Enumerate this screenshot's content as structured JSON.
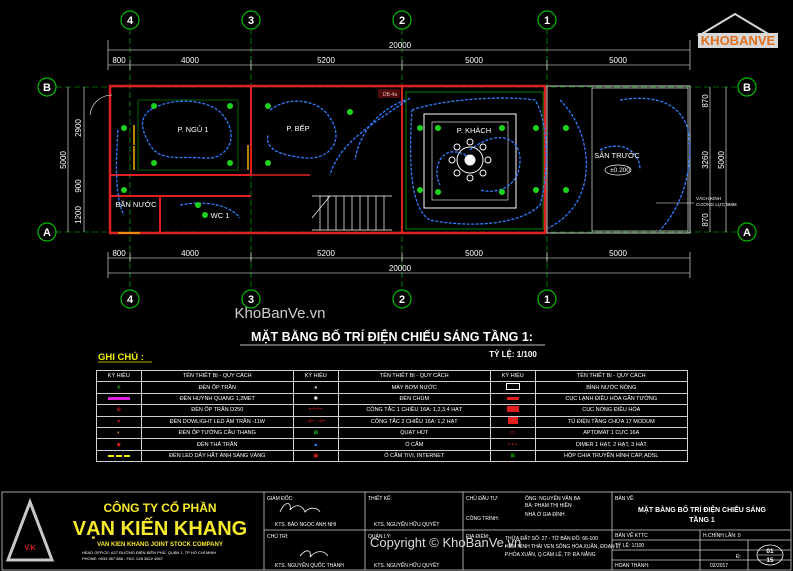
{
  "watermark_logo": "KHOBANVE",
  "watermark_site": "KhoBanVe.vn",
  "watermark_copyright": "Copyright © KhoBanVe.vn",
  "grid_axes": {
    "top": [
      "4",
      "3",
      "2",
      "1"
    ],
    "bottom": [
      "4",
      "3",
      "2",
      "1"
    ],
    "left": [
      "B",
      "A"
    ],
    "right": [
      "B",
      "A"
    ]
  },
  "dims": {
    "total": "20000",
    "segments": [
      "800",
      "4000",
      "5200",
      "5000",
      "5000"
    ],
    "left_vertical": [
      "2900",
      "900",
      "1200"
    ],
    "left_total": "5000",
    "right_vertical": [
      "870",
      "3260",
      "870"
    ],
    "right_total": "5000"
  },
  "rooms": {
    "ngu1": "P. NGỦ 1",
    "bep": "P. BẾP",
    "khach": "P. KHÁCH",
    "ban_nuoc": "BẦN NƯỚC",
    "wc1": "WC 1",
    "san_truoc": "SÂN TRƯỚC",
    "san_level": "±0.200",
    "db": "DB-4a",
    "vach": "VÁCH KÍNH",
    "vach2": "CƯỜNG LỰC 8MM"
  },
  "drawing_title": "MẶT BẰNG BỐ TRÍ ĐIỆN CHIẾU SÁNG TẦNG 1:",
  "scale_label": "TỶ LỆ: 1/100",
  "notes_label": "GHI CHÚ :",
  "legend": {
    "headers": [
      "KÝ HIỆU",
      "TÊN THIẾT BỊ - QUY CÁCH",
      "KÝ HIỆU",
      "TÊN THIẾT BỊ - QUY CÁCH",
      "KÝ HIỆU",
      "TÊN THIẾT BỊ - QUY CÁCH"
    ],
    "rows": [
      [
        "ĐÈN ỐP TRẦN",
        "MÁY BƠM NƯỚC",
        "BÌNH NƯỚC NÓNG"
      ],
      [
        "ĐÈN HUỲNH QUANG 1,2MET",
        "ĐÈN CHÙM",
        "CỤC LẠNH ĐIỀU HÒA GẮN TƯỜNG"
      ],
      [
        "ĐÈN ỐP TRẦN D250",
        "CÔNG TẮC 1 CHIỀU 16A: 1,2,3,4 HẠT",
        "CỤC NÓNG ĐIỀU HÒA"
      ],
      [
        "ĐÈN DOWLIGHT LED ÂM TRẦN -11W",
        "CÔNG TẮC 2 CHIỀU 16A: 1,2 HẠT",
        "TỦ ĐIỆN TẦNG CHỨA 17 MODUM"
      ],
      [
        "ĐÈN ỐP TƯỜNG CẦU THANG",
        "QUẠT HÚT",
        "APTOMAT 1 CỰC 16A"
      ],
      [
        "ĐÈN THẢ TRẦN",
        "Ổ CẮM",
        "DIMER 1 HẠT, 2 HẠT, 3 HẠT"
      ],
      [
        "ĐÈN LED DÂY HẮT ÁNH SÁNG VÀNG",
        "Ổ CẮM TIVI, INTERNET",
        "HỘP CHIA TRUYỀN HÌNH CÁP, ADSL"
      ]
    ]
  },
  "company": {
    "line1": "CÔNG TY CỔ PHẦN",
    "line2": "VẠN KIẾN KHANG",
    "line3": "VAN KIEN KHANG JOINT STOCK COMPANY",
    "addr1": "HEAD OFFICE: A27 ĐƯỜNG ĐIỆN BIÊN PHỦ, QUẬN 1, TP HỒ CHÍ MINH",
    "addr2": "PHONE: 0934 567 888 - FAX: 028 3822 4567",
    "logo_letters": "V.K"
  },
  "title_block": {
    "giam_doc": "GIÁM ĐỐC:",
    "giam_doc_name": "KTS. BẢO NGỌC ANH NHI",
    "chu_tri": "CHỦ TRÌ:",
    "chu_tri_name": "KTS. NGUYỄN QUỐC THÀNH",
    "thiet_ke": "THIẾT KẾ:",
    "thiet_ke_name": "KTS. NGUYỄN HỮU QUYẾT",
    "quan_ly": "QUẢN LÝ:",
    "quan_ly_name": "KTS. NGUYỄN HỮU QUYẾT",
    "chu_dau_tu": "CHỦ ĐẦU TƯ:",
    "chu_dau_tu_name": "ÔNG: NGUYỄN VĂN BA",
    "chu_dau_tu_name2": "BÀ: PHẠM THỊ HIỀN",
    "cong_trinh": "CÔNG TRÌNH:",
    "cong_trinh_name": "NHÀ Ở GIA ĐÌNH",
    "dia_diem": "ĐỊA ĐIỂM:",
    "dia_diem_name": "THỬA ĐẤT SỐ: 27 - TỜ BẢN ĐỒ: 66-100",
    "dia_diem_name2": "HẺM NINH THÁI VEN SÔNG HÒA XUÂN, ĐOẠN 2,",
    "dia_diem_name3": "P.HÒA XUÂN, Q.CẨM LỆ, TP. ĐÀ NẴNG",
    "ban_ve": "BẢN VẼ:",
    "ban_ve_name": "MẶT BẰNG BỐ TRÍ ĐIỆN CHIẾU SÁNG",
    "ban_ve_name2": "TẦNG 1",
    "ban_ve_kttc": "BẢN VẼ KTTC",
    "chinh_lan": "H.CHỈNH LẦN: 0",
    "ti_le": "TỶ LỆ: 1/100",
    "hoan_thanh": "HOÀN THÀNH:",
    "hoan_thanh_date": "02/2017",
    "so_label": "Đ:",
    "sheet_no": "01",
    "sheet_total": "15"
  },
  "colors": {
    "background": "#000000",
    "wall_red": "#e02020",
    "axis_green": "#00c000",
    "wire_blue": "#2f7fff",
    "title_yellow": "#f0f000",
    "company_yellow": "#f7ea2a"
  }
}
